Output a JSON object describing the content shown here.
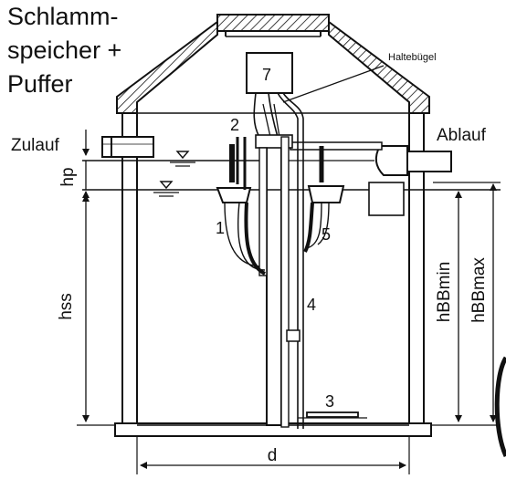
{
  "title_lines": [
    "Schlamm-",
    "speicher +",
    "Puffer"
  ],
  "labels": {
    "inlet": "Zulauf",
    "outlet": "Ablauf",
    "bracket": "Haltebügel",
    "hp": "hp",
    "hss": "hss",
    "hbb_min": "hBBmin",
    "hbb_max": "hBBmax",
    "d": "d"
  },
  "component_numbers": {
    "n1": "1",
    "n2": "2",
    "n3": "3",
    "n4": "4",
    "n5": "5",
    "n7": "7"
  },
  "colors": {
    "line": "#111111",
    "hatch": "#111111",
    "wall": "#ffffff",
    "background": "#ffffff"
  }
}
